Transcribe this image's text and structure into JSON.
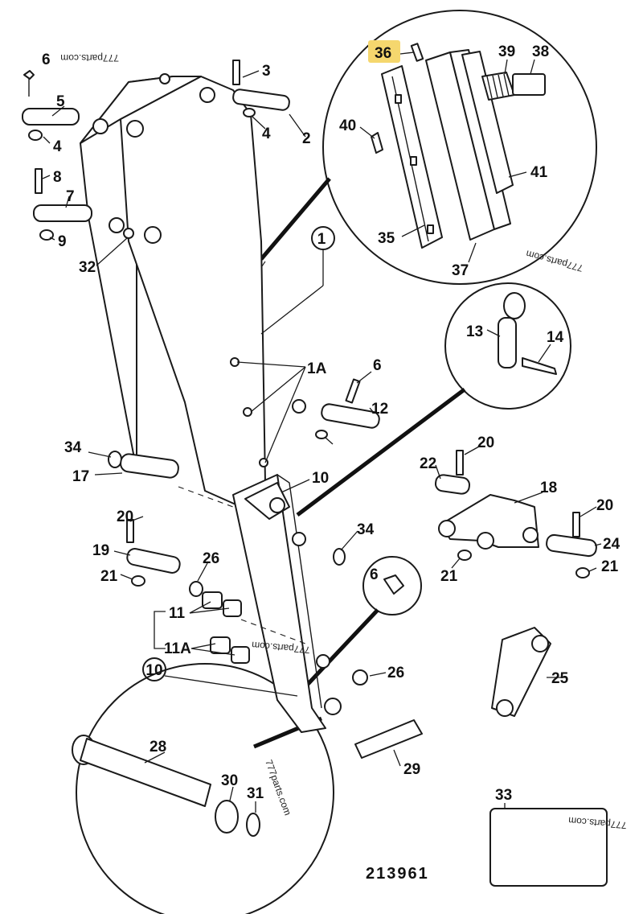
{
  "figure_number": "213961",
  "highlight_color": "#f5d76e",
  "watermark": "777parts.com",
  "callouts": {
    "c1": "1",
    "c1a": "1A",
    "c2": "2",
    "c3": "3",
    "c4a": "4",
    "c4b": "4",
    "c5": "5",
    "c6a": "6",
    "c6b": "6",
    "c6c": "6",
    "c7": "7",
    "c8": "8",
    "c9": "9",
    "c10a": "10",
    "c10b": "10",
    "c11": "11",
    "c11a": "11A",
    "c12": "12",
    "c13": "13",
    "c14": "14",
    "c17": "17",
    "c18": "18",
    "c19": "19",
    "c20a": "20",
    "c20b": "20",
    "c20c": "20",
    "c21a": "21",
    "c21b": "21",
    "c21c": "21",
    "c22": "22",
    "c24": "24",
    "c25": "25",
    "c26a": "26",
    "c26b": "26",
    "c28": "28",
    "c29": "29",
    "c30": "30",
    "c31": "31",
    "c32": "32",
    "c33": "33",
    "c34a": "34",
    "c34b": "34",
    "c35": "35",
    "c36": "36",
    "c37": "37",
    "c38": "38",
    "c39": "39",
    "c40": "40",
    "c41": "41"
  }
}
